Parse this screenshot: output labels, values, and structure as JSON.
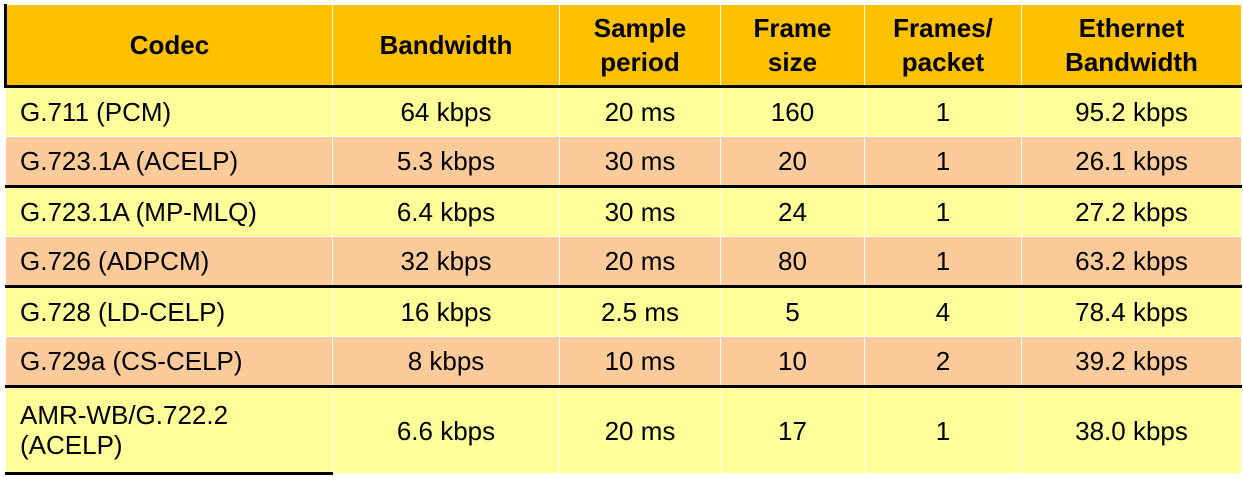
{
  "table": {
    "headers": [
      "Codec",
      "Bandwidth",
      "Sample period",
      "Frame size",
      "Frames/ packet",
      "Ethernet Bandwidth"
    ],
    "header_lines": [
      [
        "Codec"
      ],
      [
        "Bandwidth"
      ],
      [
        "Sample",
        "period"
      ],
      [
        "Frame",
        "size"
      ],
      [
        "Frames/",
        "packet"
      ],
      [
        "Ethernet",
        "Bandwidth"
      ]
    ],
    "rows": [
      {
        "codec": "G.711 (PCM)",
        "bandwidth": "64 kbps",
        "sample_period": "20 ms",
        "frame_size": "160",
        "frames_per_packet": "1",
        "ethernet_bandwidth": "95.2 kbps"
      },
      {
        "codec": "G.723.1A (ACELP)",
        "bandwidth": "5.3 kbps",
        "sample_period": "30 ms",
        "frame_size": "20",
        "frames_per_packet": "1",
        "ethernet_bandwidth": "26.1 kbps"
      },
      {
        "codec": "G.723.1A (MP-MLQ)",
        "bandwidth": "6.4 kbps",
        "sample_period": "30 ms",
        "frame_size": "24",
        "frames_per_packet": "1",
        "ethernet_bandwidth": "27.2 kbps"
      },
      {
        "codec": "G.726 (ADPCM)",
        "bandwidth": "32 kbps",
        "sample_period": "20 ms",
        "frame_size": "80",
        "frames_per_packet": "1",
        "ethernet_bandwidth": "63.2 kbps"
      },
      {
        "codec": "G.728 (LD-CELP)",
        "bandwidth": "16 kbps",
        "sample_period": "2.5 ms",
        "frame_size": "5",
        "frames_per_packet": "4",
        "ethernet_bandwidth": "78.4 kbps"
      },
      {
        "codec": "G.729a (CS-CELP)",
        "bandwidth": "8 kbps",
        "sample_period": "10 ms",
        "frame_size": "10",
        "frames_per_packet": "2",
        "ethernet_bandwidth": "39.2 kbps"
      },
      {
        "codec": "AMR-WB/G.722.2 (ACELP)",
        "codec_lines": [
          "AMR-WB/G.722.2",
          "(ACELP)"
        ],
        "bandwidth": "6.6 kbps",
        "sample_period": "20 ms",
        "frame_size": "17",
        "frames_per_packet": "1",
        "ethernet_bandwidth": "38.0 kbps"
      }
    ]
  },
  "colors": {
    "header": "#ffc000",
    "row_yellow": "#ffff99",
    "row_peach": "#fccb99",
    "rule": "#000000"
  }
}
